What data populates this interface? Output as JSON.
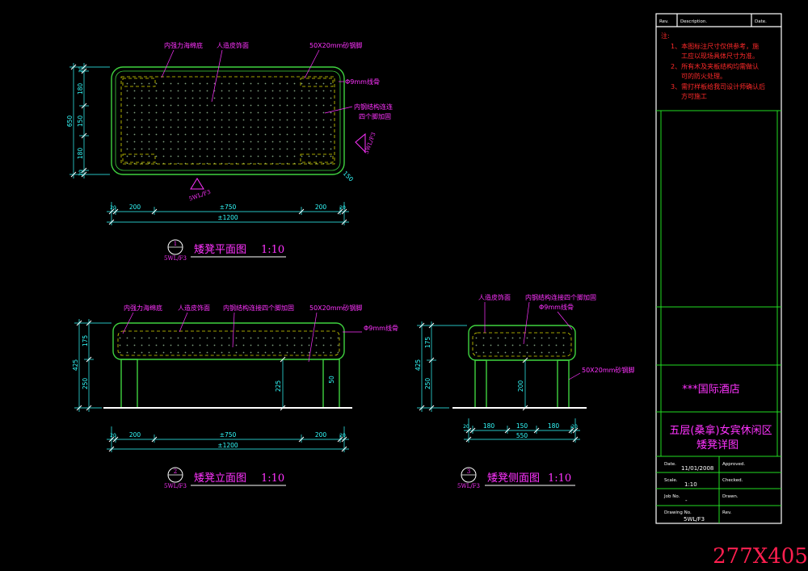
{
  "colors": {
    "background": "#000000",
    "annotation": "#ff33ff",
    "dimension": "#33ffff",
    "outline": "#3fd23f",
    "notes": "#ff2a2a",
    "frame": "#ffffff",
    "sheet_size": "#ff1f4f"
  },
  "plan_view": {
    "title": {
      "number": "1",
      "sheet": "5WL/F3",
      "name": "矮凳平面图",
      "scale": "1:10"
    },
    "labels": {
      "sponge_base": "内强力海绵底",
      "leather_finish": "人造皮饰面",
      "steel_leg": "50X20mm砂钢脚",
      "piping": "Φ9mm线骨",
      "frame_line1": "内钢结构连连",
      "frame_line2": "四个脚加固"
    },
    "depth_dims": {
      "total": "650",
      "segments": [
        "20",
        "180",
        "150",
        "180",
        "20"
      ]
    },
    "width_dims": {
      "total": "±1200",
      "segments": [
        "20",
        "200",
        "±750",
        "200",
        "20"
      ]
    },
    "corner_radius": "150",
    "section_marks": {
      "front": "5WL/F3",
      "side": "5WL/F3"
    }
  },
  "elevation_view": {
    "title": {
      "number": "2",
      "sheet": "5WL/F3",
      "name": "矮凳立面图",
      "scale": "1:10"
    },
    "labels": {
      "sponge_base": "内强力海绵底",
      "leather_finish": "人造皮饰面",
      "frame": "内钢结构连接四个脚加固",
      "steel_leg": "50X20mm砂钢脚",
      "piping": "Φ9mm线骨"
    },
    "height_dims": {
      "total": "425",
      "seat": "175",
      "legs": "250"
    },
    "leg_clearance": "225",
    "leg_width": "50",
    "width_dims": {
      "total": "±1200",
      "segments": [
        "20",
        "200",
        "±750",
        "200",
        "20"
      ]
    }
  },
  "side_view": {
    "title": {
      "number": "3",
      "sheet": "5WL/F3",
      "name": "矮凳侧面图",
      "scale": "1:10"
    },
    "labels": {
      "leather_finish": "人造皮饰面",
      "frame": "内钢结构连接四个脚加固",
      "piping": "Φ9mm线骨",
      "steel_leg": "50X20mm砂钢脚"
    },
    "height_dims": {
      "total": "425",
      "seat": "175",
      "legs": "250"
    },
    "leg_clearance": "200",
    "depth_dims": {
      "total": "550",
      "segments": [
        "20",
        "180",
        "150",
        "180",
        "20"
      ]
    }
  },
  "title_block": {
    "header": {
      "rev": "Rev.",
      "description": "Description.",
      "date": "Date."
    },
    "notes_heading": "注:",
    "notes": [
      {
        "line1": "1、本图标注尺寸仅供参考，施",
        "line2": "工应以现场具体尺寸为准。"
      },
      {
        "line1": "2、所有木及夹板结构均需做认",
        "line2": "可的防火处理。"
      },
      {
        "line1": "3、需打样板给我司设计师确认后",
        "line2": "方可施工"
      }
    ],
    "client": "***国际酒店",
    "project": "五层(桑拿)女宾休闲区",
    "drawing_title": "矮凳详图",
    "rows": [
      {
        "label": "Date.",
        "value": "11/01/2008",
        "right_label": "Approved."
      },
      {
        "label": "Scale.",
        "value": "1:10",
        "right_label": "Checked."
      },
      {
        "label": "Job No.",
        "value": "-",
        "right_label": "Drawn."
      },
      {
        "label": "Drawing No.",
        "value": "5WL/F3",
        "right_label": "Rev."
      }
    ]
  },
  "sheet_size": "277X405"
}
